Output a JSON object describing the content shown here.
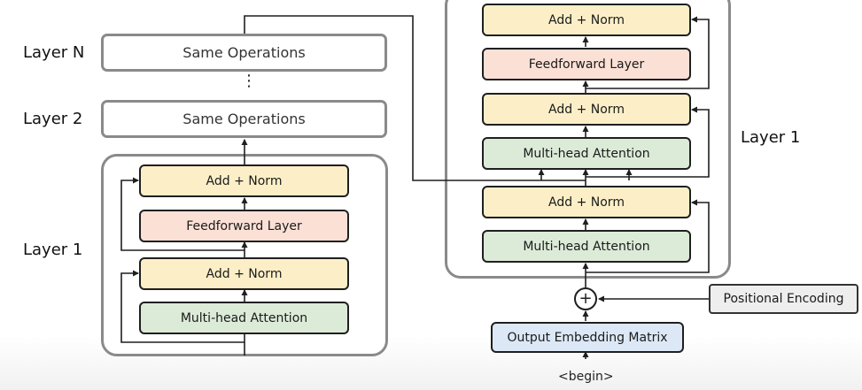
{
  "colors": {
    "add_norm": "#fcefc7",
    "feedforward": "#fbe0d6",
    "attention": "#dcebd8",
    "embedding": "#dce8f6",
    "positional": "#eeeeee",
    "container_border": "#8a8a8a",
    "line": "#1f1f1f"
  },
  "encoder": {
    "layer_n_label": "Layer N",
    "layer_2_label": "Layer 2",
    "layer_1_label": "Layer 1",
    "vertical_ellipsis": "⋮",
    "layer_n_box": "Same Operations",
    "layer_2_box": "Same Operations",
    "add_norm_top": "Add + Norm",
    "feedforward": "Feedforward Layer",
    "add_norm_bottom": "Add + Norm",
    "attention": "Multi-head Attention"
  },
  "decoder": {
    "layer_1_label": "Layer 1",
    "add_norm_top": "Add + Norm",
    "feedforward": "Feedforward Layer",
    "add_norm_middle": "Add + Norm",
    "cross_attention": "Multi-head Attention",
    "add_norm_bottom": "Add + Norm",
    "self_attention": "Multi-head Attention",
    "plus_symbol": "+",
    "positional_encoding": "Positional Encoding",
    "output_embedding": "Output Embedding Matrix",
    "input_token": "<begin>"
  }
}
